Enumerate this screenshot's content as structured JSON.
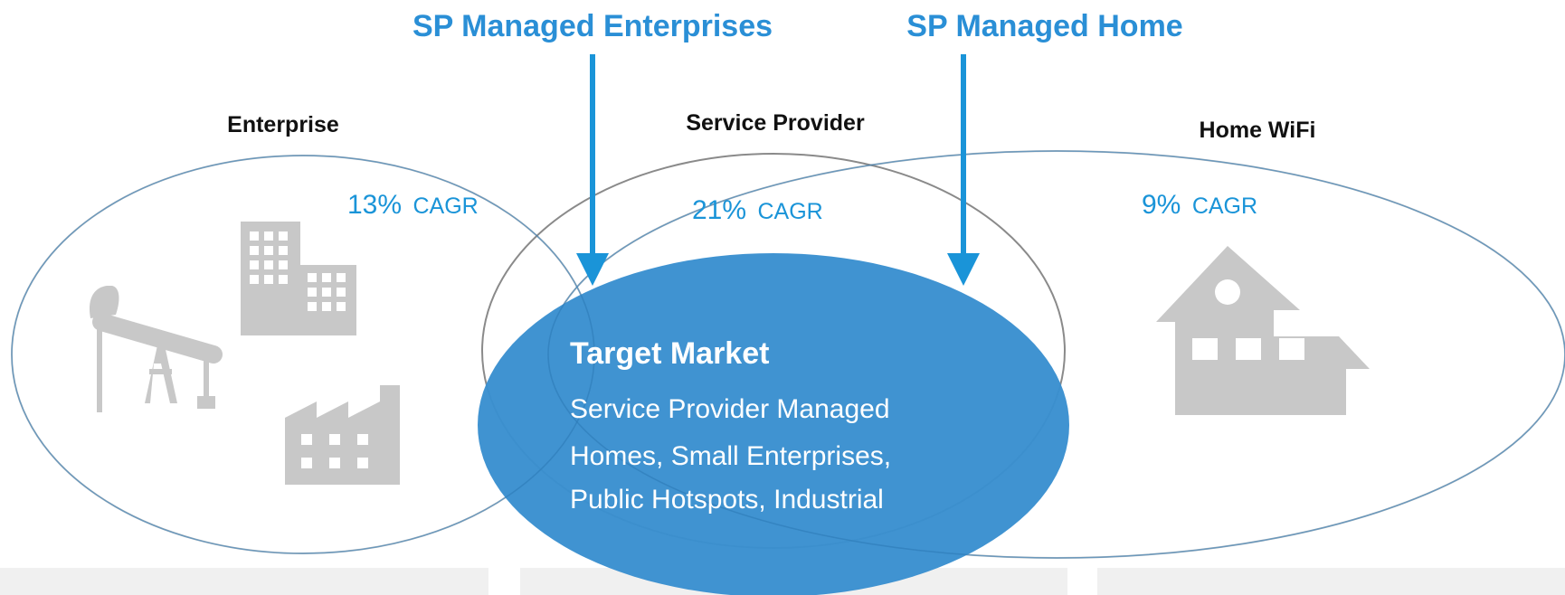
{
  "callouts": {
    "enterprises": "SP Managed Enterprises",
    "home": "SP Managed Home"
  },
  "segments": [
    {
      "name": "Enterprise",
      "cagr_value": "13%",
      "cagr_unit": "CAGR",
      "icons": [
        "oil-pump-icon",
        "office-buildings-icon",
        "factory-icon"
      ]
    },
    {
      "name": "Service Provider",
      "cagr_value": "21%",
      "cagr_unit": "CAGR"
    },
    {
      "name": "Home WiFi",
      "cagr_value": "9%",
      "cagr_unit": "CAGR",
      "icons": [
        "house-icon"
      ]
    }
  ],
  "target_market": {
    "title": "Target Market",
    "lines": [
      "Service Provider Managed",
      "Homes, Small Enterprises,",
      "Public Hotspots, Industrial"
    ]
  },
  "colors": {
    "accent_blue": "#2a8fd6",
    "target_fill": "#3a8fd0",
    "icon_gray": "#c8c8c8",
    "panel_gray": "#f0f0f0"
  }
}
